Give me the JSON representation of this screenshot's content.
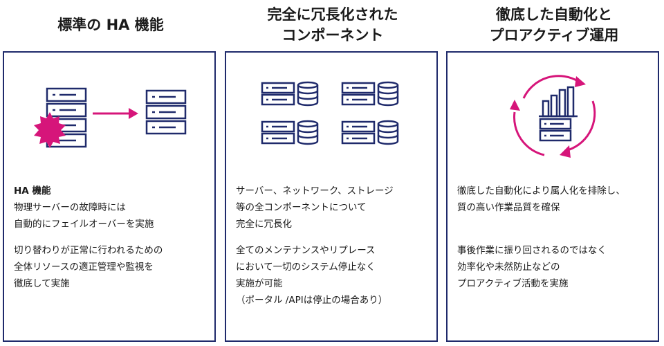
{
  "columns": [
    {
      "title_lines": [
        "標準の HA 機能"
      ],
      "subhead": "HA 機能",
      "paragraphs": [
        [
          "物理サーバーの故障時には",
          "自動的にフェイルオーバーを実施"
        ],
        [
          "切り替わりが正常に行われるための",
          "全体リソースの適正管理や監視を",
          "徹底して実施"
        ]
      ]
    },
    {
      "title_lines": [
        "完全に冗長化された",
        "コンポーネント"
      ],
      "paragraphs": [
        [
          "サーバー、ネットワーク、ストレージ",
          "等の全コンポーネントについて",
          "完全に冗長化"
        ],
        [
          "全てのメンテナンスやリプレース",
          "において一切のシステム停止なく",
          "実施が可能",
          "（ポータル /APIは停止の場合あり）"
        ]
      ]
    },
    {
      "title_lines": [
        "徹底した自動化と",
        "プロアクティブ運用"
      ],
      "paragraphs": [
        [
          "徹底した自動化により属人化を排除し、",
          "質の高い作業品質を確保"
        ],
        [
          "事後作業に振り回されるのではなく",
          "効率化や未然防止などの",
          "プロアクティブ活動を実施"
        ]
      ]
    }
  ],
  "colors": {
    "navy": "#1f2a6b",
    "accent": "#d6157a"
  }
}
